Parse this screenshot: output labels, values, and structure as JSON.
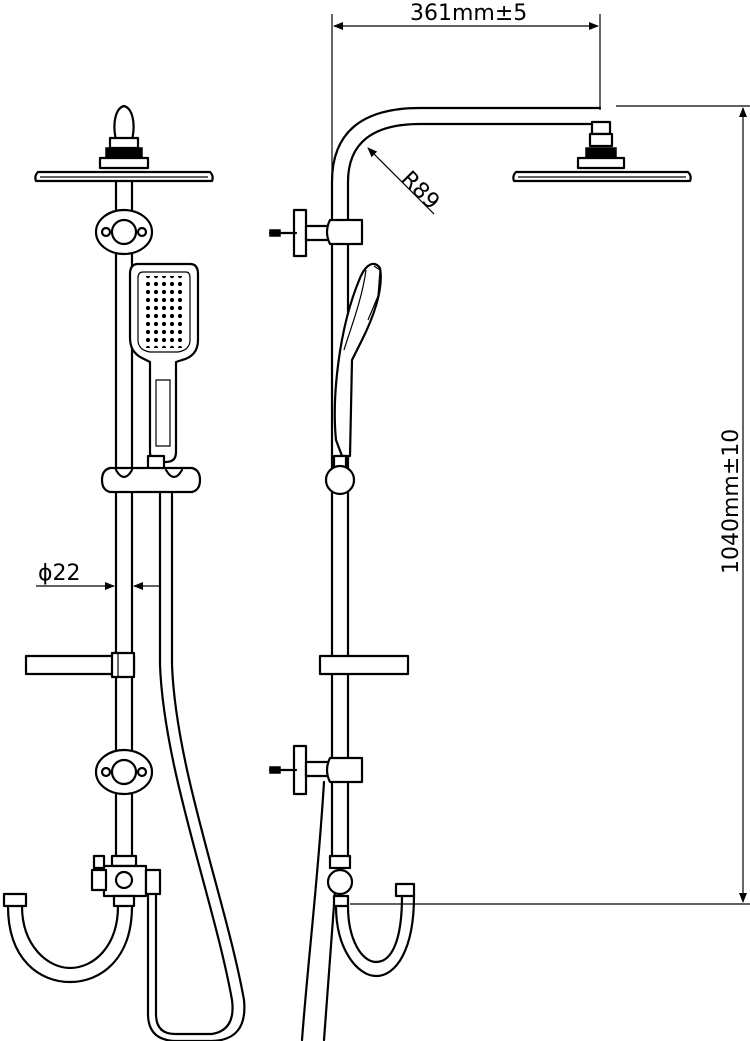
{
  "dimensions": {
    "width_label": "361mm±5",
    "height_label": "1040mm±10",
    "radius_label": "R89",
    "diameter_label": "ϕ22"
  }
}
